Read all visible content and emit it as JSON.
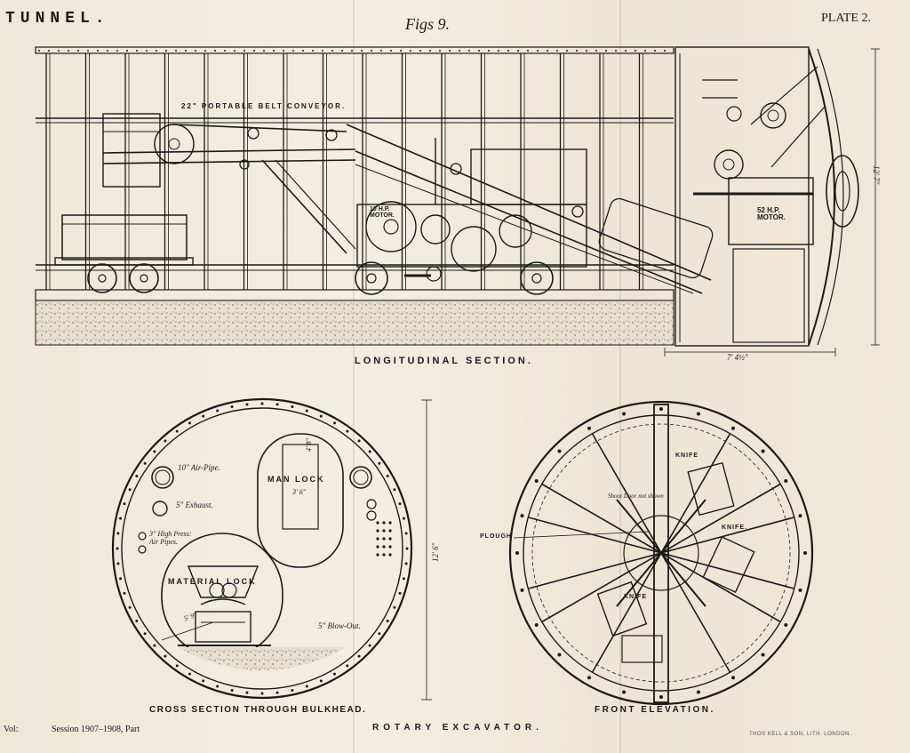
{
  "header": {
    "left_title": "TUNNEL.",
    "figure": "Figs 9.",
    "plate": "PLATE 2."
  },
  "longitudinal": {
    "caption": "LONGITUDINAL SECTION.",
    "conveyor": "22\" PORTABLE BELT CONVEYOR.",
    "motor_small": "10 H.P.\nMOTOR.",
    "motor_large": "52 H.P.\nMOTOR.",
    "dim_length": "7' 4½\"",
    "dim_height": "12' 7\""
  },
  "cross_section": {
    "caption": "CROSS SECTION THROUGH BULKHEAD.",
    "air_pipe": "10\" Air-Pipe.",
    "exhaust": "5\" Exhaust.",
    "high_press": "3\" High Press:\nAir Pipes.",
    "man_lock": "MAN LOCK",
    "man_lock_w": "3' 6\"",
    "man_lock_h": "4' 8\"",
    "material_lock": "MATERIAL LOCK",
    "mat_dim": "5' 9\"",
    "blow_out": "5\" Blow-Out.",
    "diameter": "12' 6\""
  },
  "front": {
    "caption": "FRONT ELEVATION.",
    "knife": "KNIFE",
    "knife2": "KNIFE.",
    "knife3": "KNIFE",
    "shoot_door": "Shoot Door not shown",
    "plough": "PLOUGH"
  },
  "footer": {
    "vol": "Vol:",
    "session": "Session 1907–1908, Part",
    "title": "ROTARY EXCAVATOR.",
    "printer": "THOS KELL & SON, LITH. LONDON."
  }
}
